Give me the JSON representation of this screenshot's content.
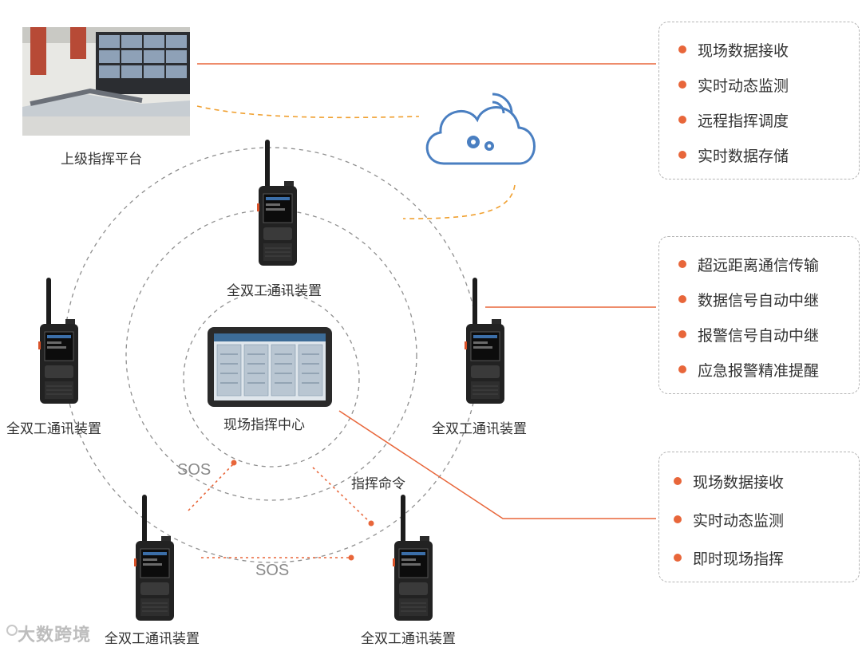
{
  "platform": {
    "label": "上级指挥平台"
  },
  "center": {
    "label": "现场指挥中心"
  },
  "devices": {
    "top": "全双工通讯装置",
    "left": "全双工通讯装置",
    "right": "全双工通讯装置",
    "bottom_left": "全双工通讯装置",
    "bottom_right": "全双工通讯装置"
  },
  "flows": {
    "sos_1": "SOS",
    "sos_2": "SOS",
    "command": "指挥命令"
  },
  "panels": {
    "platform_features": [
      "现场数据接收",
      "实时动态监测",
      "远程指挥调度",
      "实时数据存储"
    ],
    "device_features": [
      "超远距离通信传输",
      "数据信号自动中继",
      "报警信号自动中继",
      "应急报警精准提醒"
    ],
    "center_features": [
      "现场数据接收",
      "实时动态监测",
      "即时现场指挥"
    ]
  },
  "watermark": "大数跨境",
  "colors": {
    "accent": "#e8663a",
    "cloud": "#4a7fc1",
    "dashed_orange": "#f0a030",
    "circle": "#9a9a9a"
  }
}
